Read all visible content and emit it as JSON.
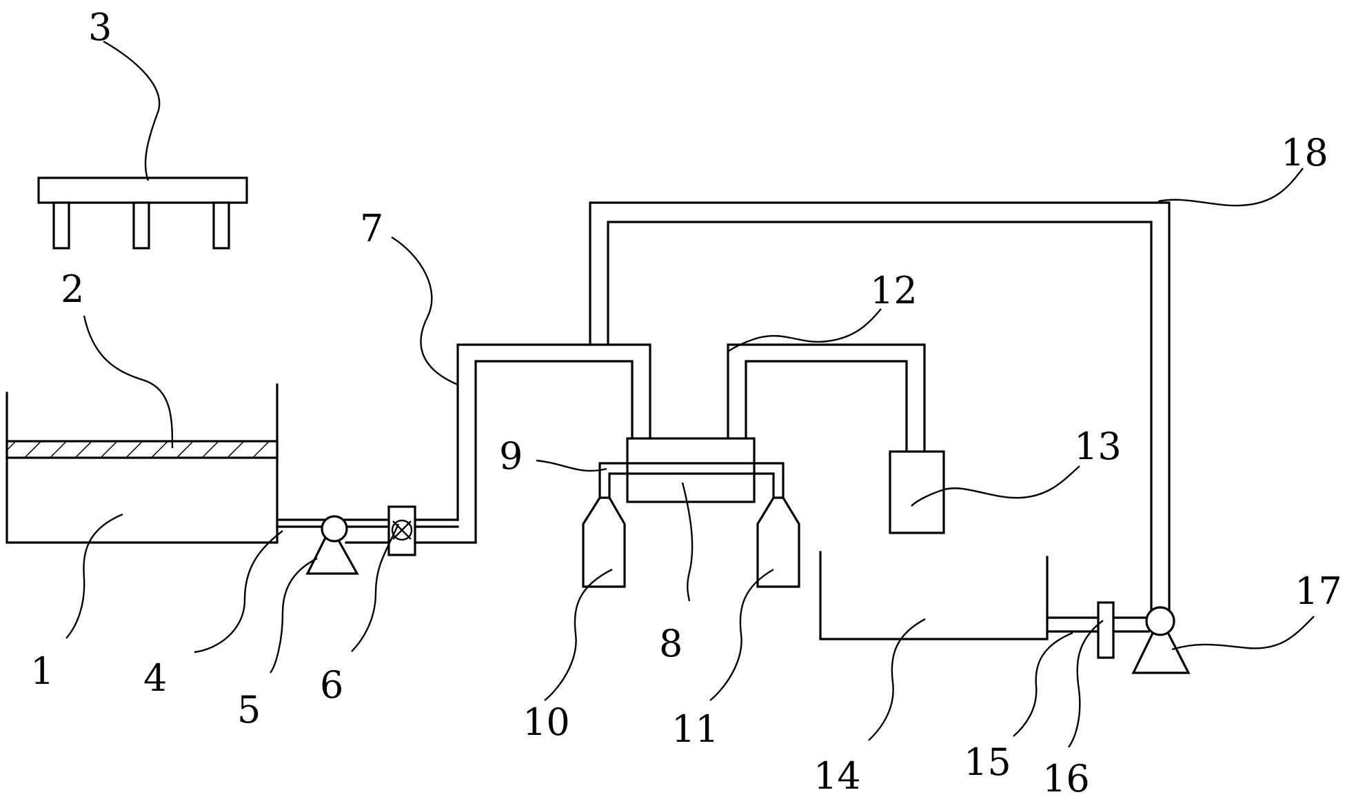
{
  "labels": {
    "l1": "1",
    "l2": "2",
    "l3": "3",
    "l4": "4",
    "l5": "5",
    "l6": "6",
    "l7": "7",
    "l8": "8",
    "l9": "9",
    "l10": "10",
    "l11": "11",
    "l12": "12",
    "l13": "13",
    "l14": "14",
    "l15": "15",
    "l16": "16",
    "l17": "17",
    "l18": "18"
  },
  "colors": {
    "stroke": "#000000",
    "background": "#ffffff"
  }
}
